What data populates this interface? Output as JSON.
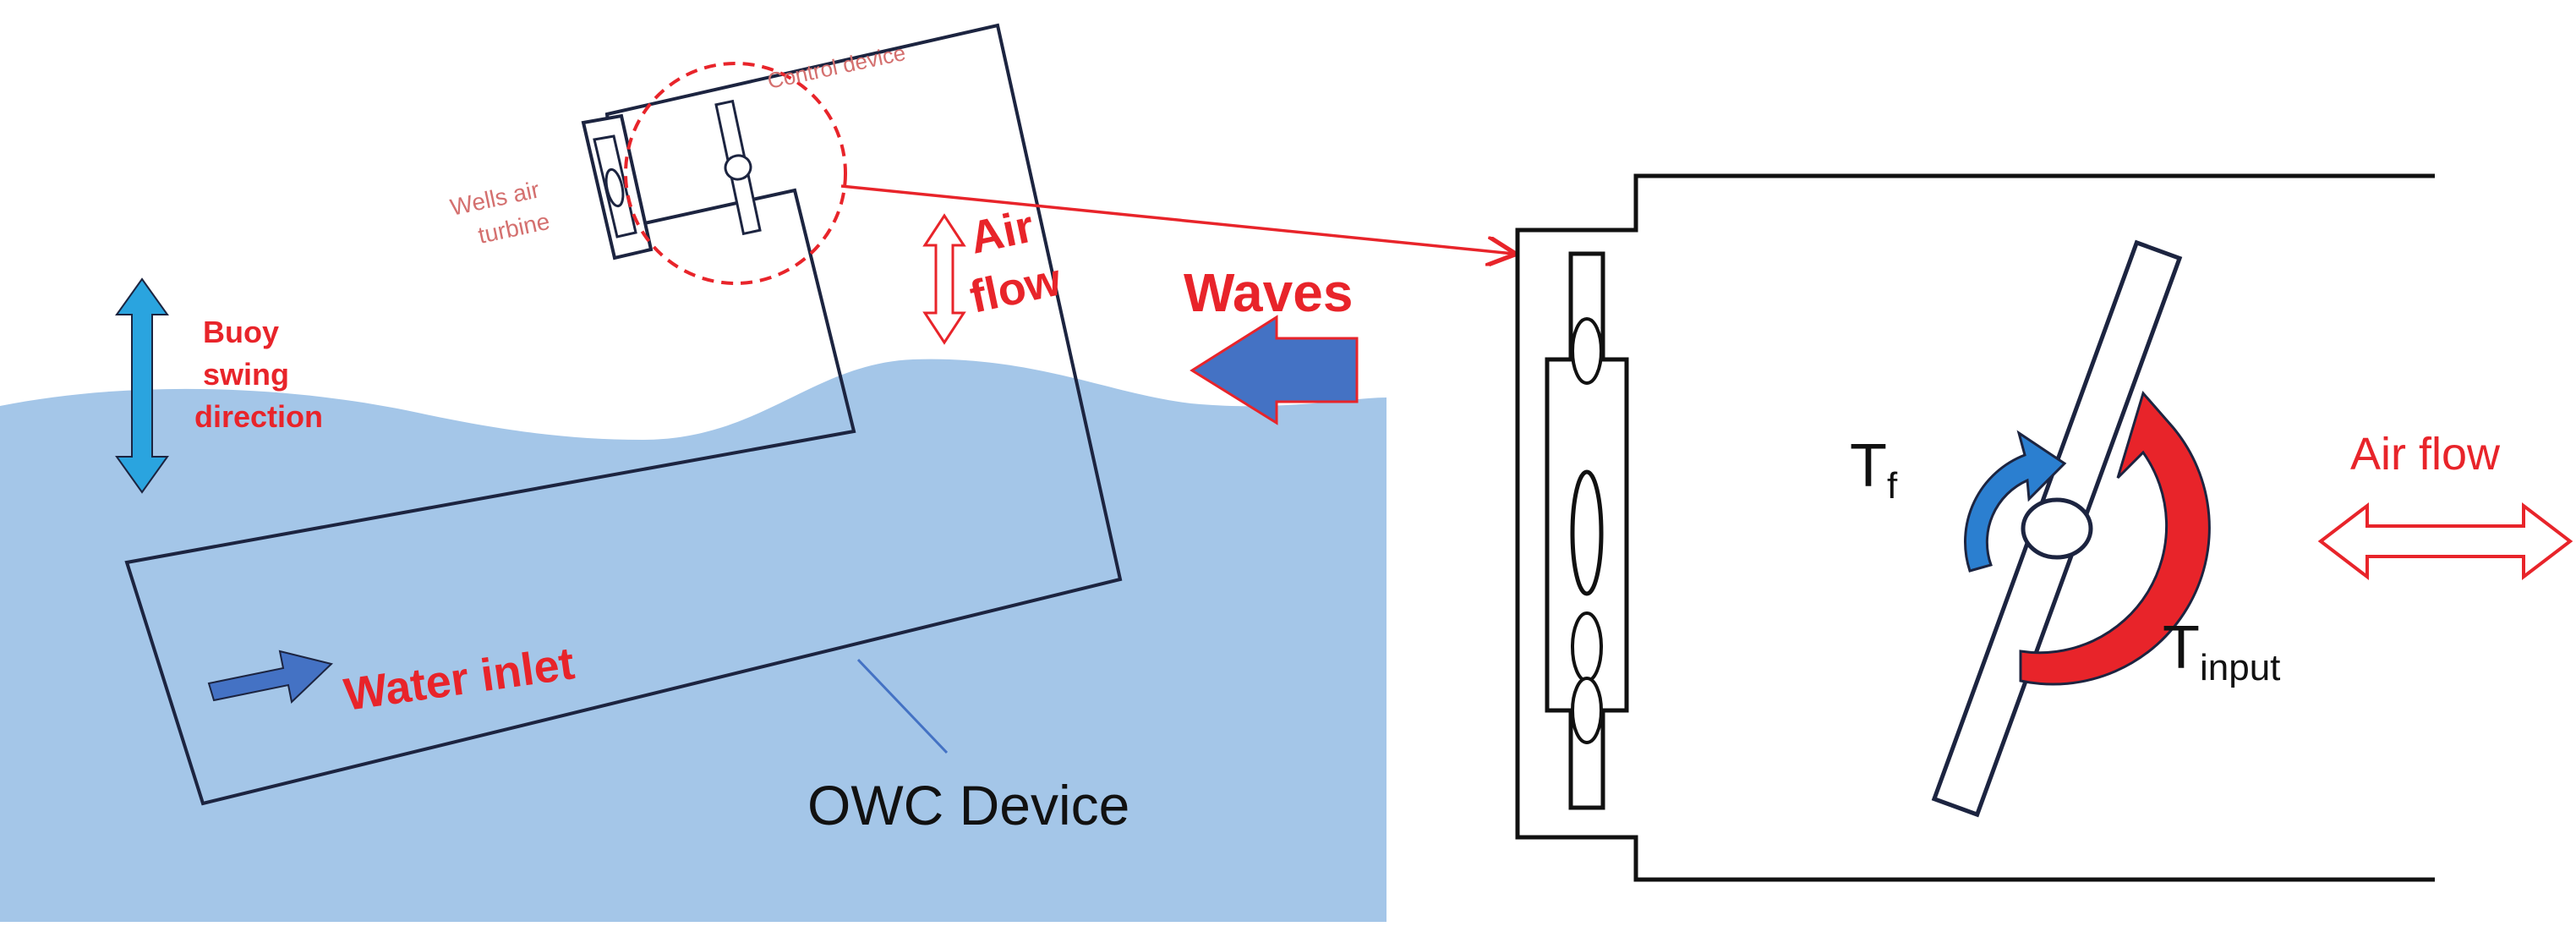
{
  "labels": {
    "control_device": "Control device",
    "wells_air_turbine_line1": "Wells air",
    "wells_air_turbine_line2": "turbine",
    "air_flow_line1": "Air",
    "air_flow_line2": "flow",
    "waves": "Waves",
    "buoy_line1": "Buoy",
    "buoy_line2": "swing",
    "buoy_line3": "direction",
    "water_inlet": "Water inlet",
    "owc_device": "OWC Device",
    "torque_f_base": "T",
    "torque_f_sub": "f",
    "torque_input_base": "T",
    "torque_input_sub": "input",
    "air_flow_right": "Air flow"
  },
  "colors": {
    "water": "#a4c6e8",
    "outline": "#1c2440",
    "label_red": "#e8242a",
    "label_pink": "#d4706f",
    "blue_arrow": "#4472c4",
    "cyan_arrow": "#2aa4df",
    "torque_blue": "#2b7fd0",
    "text_dark": "#111111"
  }
}
